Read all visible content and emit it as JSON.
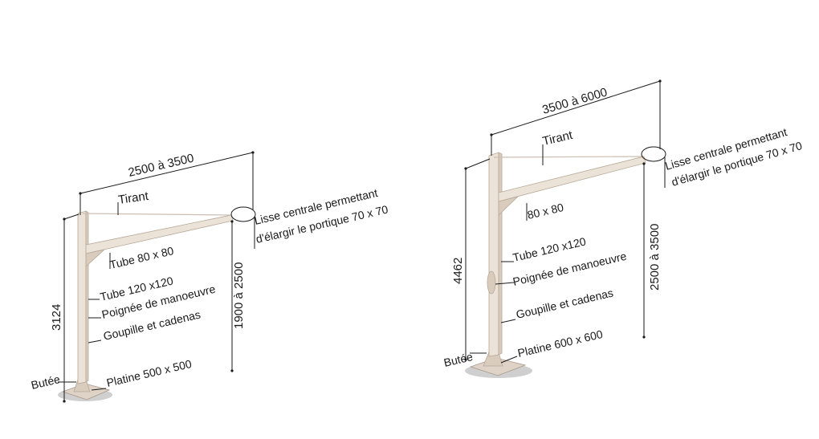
{
  "left": {
    "width_dim": "2500 à 3500",
    "tirant": "Tirant",
    "lisse_line1": "Lisse centrale permettant",
    "lisse_line2": "d'élargir le portique 70 x 70",
    "beam_tube": "Tube 80 x 80",
    "post_tube": "Tube  120 x120",
    "handle": "Poignée de manoeuvre",
    "lock": "Goupille et cadenas",
    "height_dim": "3124",
    "clearance_dim": "1900 à 2500",
    "stop": "Butée",
    "plate": "Platine 500 x 500"
  },
  "right": {
    "width_dim": "3500 à 6000",
    "tirant": "Tirant",
    "lisse_line1": "Lisse centrale permettant",
    "lisse_line2": "d'élargir le portique 70 x 70",
    "beam_tube": "80 x 80",
    "post_tube": "Tube 120 x120",
    "handle": "Poignée de manoeuvre",
    "lock": "Goupille et cadenas",
    "height_dim": "4462",
    "clearance_dim": "2500 à 3500",
    "stop": "Butée",
    "plate": "Platine 600 x 600"
  }
}
